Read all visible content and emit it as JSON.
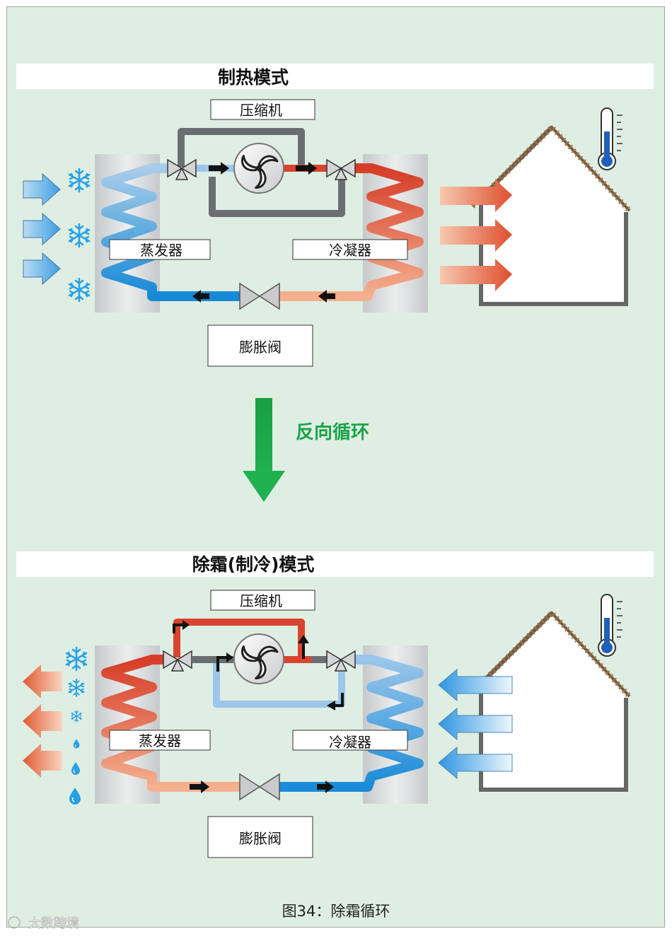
{
  "heating": {
    "title": "制热模式",
    "compressor": "压缩机",
    "evaporator": "蒸发器",
    "condenser": "冷凝器",
    "expansion_valve": "膨胀阀"
  },
  "transition": {
    "label": "反向循环"
  },
  "defrost": {
    "title": "除霜(制冷)模式",
    "compressor": "压缩机",
    "evaporator": "蒸发器",
    "condenser": "冷凝器",
    "expansion_valve": "膨胀阀"
  },
  "caption": "图34：除霜循环",
  "watermark": "大数跨境",
  "colors": {
    "background": "#dfeee3",
    "hot": "#d9442e",
    "warm": "#f0a37e",
    "cold": "#1f8fd8",
    "cool": "#8ec1e6",
    "pipe_gray": "#6b6e70",
    "arrow_green": "#19a34a",
    "roof": "#7a5a3a"
  }
}
